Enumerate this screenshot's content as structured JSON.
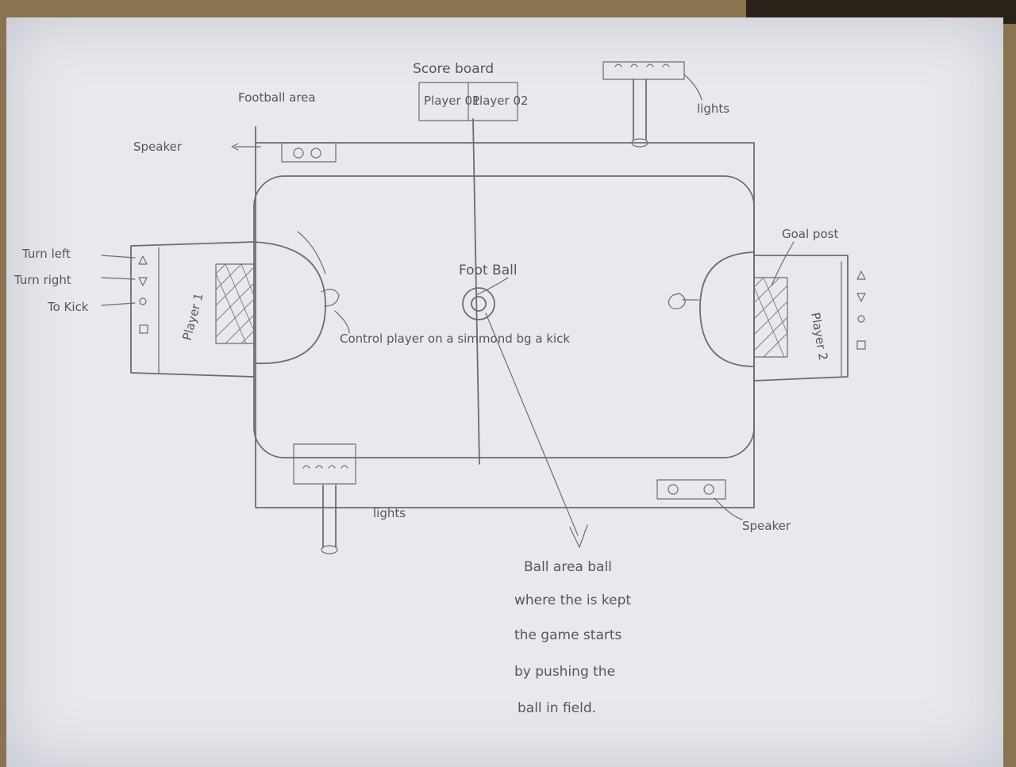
{
  "labels": {
    "football_area": "Football area",
    "speaker_top": "Speaker",
    "speaker_bottom": "Speaker",
    "scoreboard": "Score board",
    "player_01": "Player 01",
    "player_02": "Player 02",
    "lights_top": "lights",
    "lights_bottom": "lights",
    "turn_left": "Turn left",
    "turn_right": "Turn right",
    "to_kick": "To Kick",
    "player_1": "Player 1",
    "player_2": "Player 2",
    "football": "Foot Ball",
    "goal_post": "Goal post",
    "control_player": "Control player on a simmond bg a kick",
    "ball_area_note": [
      "Ball area ball",
      "where the is kept",
      "the game starts",
      "by pushing the",
      "ball in field."
    ]
  }
}
